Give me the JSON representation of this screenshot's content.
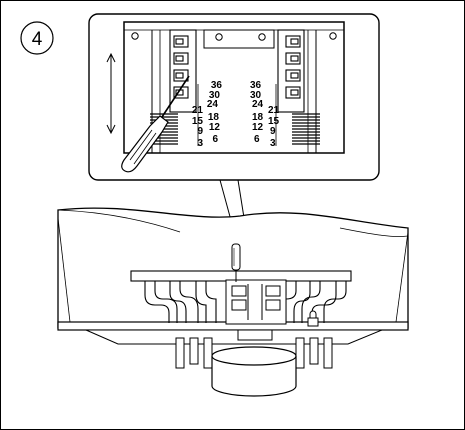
{
  "step": {
    "number": "4"
  },
  "scale": {
    "left_labels": [
      "36",
      "30",
      "24",
      "21",
      "18",
      "15",
      "12",
      "9",
      "6",
      "3"
    ],
    "right_labels": [
      "36",
      "30",
      "24",
      "21",
      "18",
      "15",
      "12",
      "9",
      "6",
      "3"
    ]
  },
  "icons": {
    "adjust_arrow": "double-headed-vertical-arrow",
    "tool": "screwdriver",
    "lock": "padlock"
  },
  "colors": {
    "line": "#000000",
    "background": "#ffffff"
  }
}
